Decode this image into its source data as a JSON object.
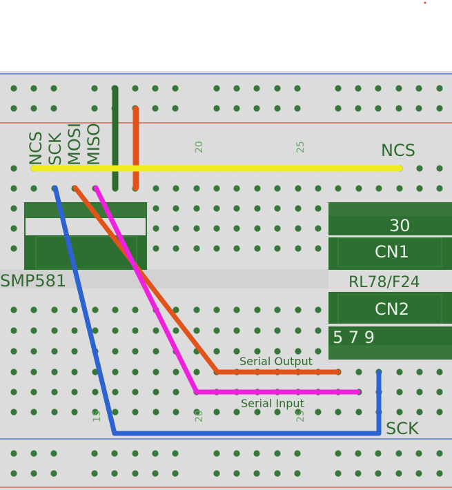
{
  "labels": {
    "left_pins": [
      "NCS",
      "SCK",
      "MOSI",
      "MISO"
    ],
    "ncs_right": "NCS",
    "sck_right": "SCK",
    "left_module": "SMP581",
    "mcu": "RL78/F24",
    "cn1": "CN1",
    "cn2": "CN2",
    "pin_30": "30",
    "pins_579": "5 7 9",
    "serial_output": "Serial Output",
    "serial_input": "Serial Input",
    "col_15": "15",
    "col_20_top": "20",
    "col_25_top": "25",
    "col_20_bottom": "20",
    "col_25_bottom": "25"
  },
  "wires": [
    {
      "name": "ncs",
      "color": "#f2ec1c"
    },
    {
      "name": "sck",
      "color": "#2d62d2"
    },
    {
      "name": "mosi",
      "color": "#e0541b"
    },
    {
      "name": "miso",
      "color": "#ee22dd"
    },
    {
      "name": "gnd",
      "color": "#2e6b31"
    },
    {
      "name": "vcc",
      "color": "#e0541b"
    }
  ],
  "colors": {
    "board": "#dcdcdc",
    "hole": "#38773a",
    "module": "#2d6e31",
    "rail_blue": "#3b5fd8",
    "rail_red": "#d94b32",
    "label_green": "#2f6b2f"
  }
}
